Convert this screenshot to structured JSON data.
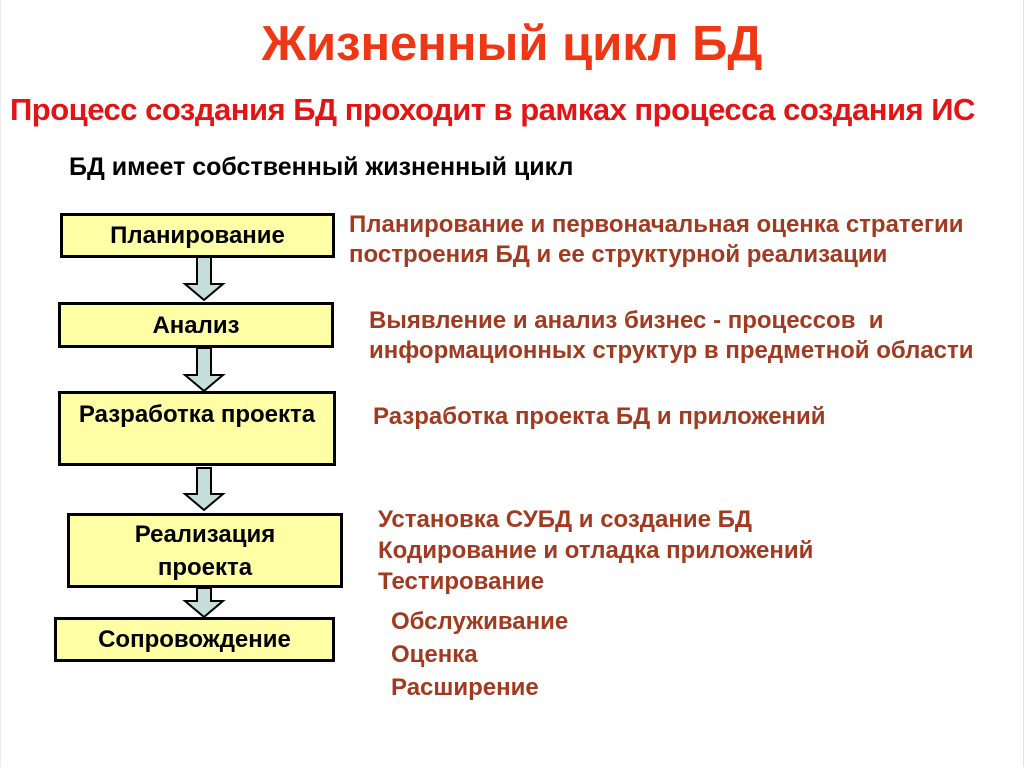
{
  "page": {
    "title": "Жизненный цикл БД",
    "subtitle": "Процесс создания БД проходит в рамках процесса создания ИС",
    "intro": "БД имеет собственный жизненный цикл"
  },
  "colors": {
    "title_red": "#EE3714",
    "subtitle_red": "#E21414",
    "description_brown": "#A23A20",
    "box_fill": "#FFFFA6",
    "box_border": "#000000",
    "arrow_fill": "#C5DEDB",
    "arrow_outline": "#000000",
    "background": "#FFFFFF"
  },
  "stages": [
    {
      "label_lines": [
        "Планирование"
      ],
      "description_lines": [
        "Планирование и первоначальная оценка стратегии",
        "построения БД и ее структурной реализации"
      ]
    },
    {
      "label_lines": [
        "Анализ"
      ],
      "description_lines": [
        "Выявление и анализ бизнес - процессов  и",
        "информационных структур в предметной области"
      ]
    },
    {
      "label_lines": [
        "Разработка проекта"
      ],
      "description_lines": [
        "Разработка проекта БД и приложений"
      ]
    },
    {
      "label_lines": [
        "Реализация",
        "проекта"
      ],
      "description_lines": [
        "Установка СУБД и создание БД",
        "Кодирование и отладка приложений",
        "Тестирование"
      ]
    },
    {
      "label_lines": [
        "Сопровождение"
      ],
      "description_lines": [
        "Обслуживание",
        "Оценка",
        "Расширение"
      ]
    }
  ]
}
